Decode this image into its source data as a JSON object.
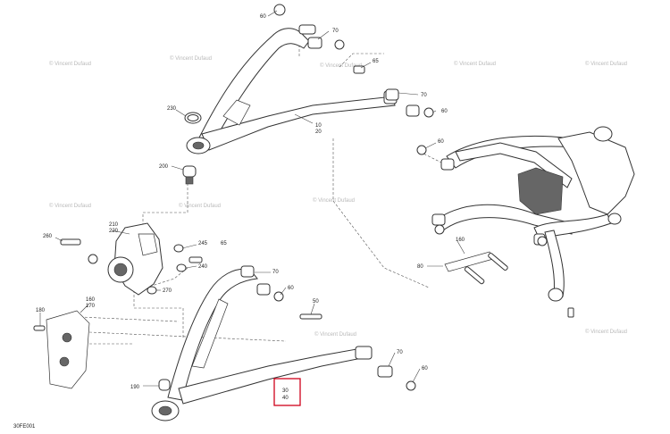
{
  "figure_code": "30FE001",
  "highlight_callout": [
    "30",
    "40"
  ],
  "watermark_text": "© Vincent Dufaud",
  "callouts": {
    "c60_top": "60",
    "c70_top": "70",
    "c65": "65",
    "c70_mid": "70",
    "c60_mid": "60",
    "c230": "230",
    "c10": "10",
    "c20": "20",
    "c200": "200",
    "c210": "210",
    "c220": "220",
    "c260": "260",
    "c245": "245",
    "c240": "240",
    "c65_b": "65",
    "c270": "270",
    "c70_c": "70",
    "c60_c": "60",
    "c50": "50",
    "c160": "160",
    "c170": "170",
    "c180": "180",
    "c190": "190",
    "c70_d": "70",
    "c60_d": "60",
    "c60_r": "60",
    "c160_r": "160",
    "c80": "80"
  }
}
